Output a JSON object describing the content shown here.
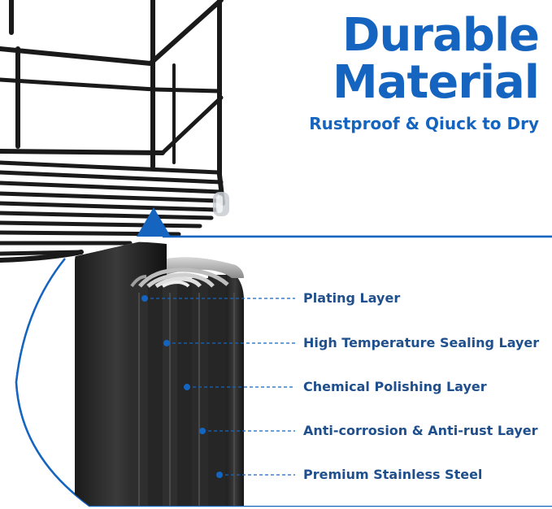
{
  "headline": {
    "line1": "Durable",
    "line2": "Material",
    "subtitle": "Rustproof & Qiuck to Dry"
  },
  "layers": [
    {
      "label": "Plating Layer"
    },
    {
      "label": "High Temperature Sealing Layer"
    },
    {
      "label": "Chemical Polishing Layer"
    },
    {
      "label": "Anti-corrosion & Anti-rust Layer"
    },
    {
      "label": "Premium Stainless Steel"
    }
  ],
  "colors": {
    "accent": "#1565c0",
    "label": "#1f4f8c",
    "rack": "#1a1a1a",
    "background": "#ffffff"
  }
}
